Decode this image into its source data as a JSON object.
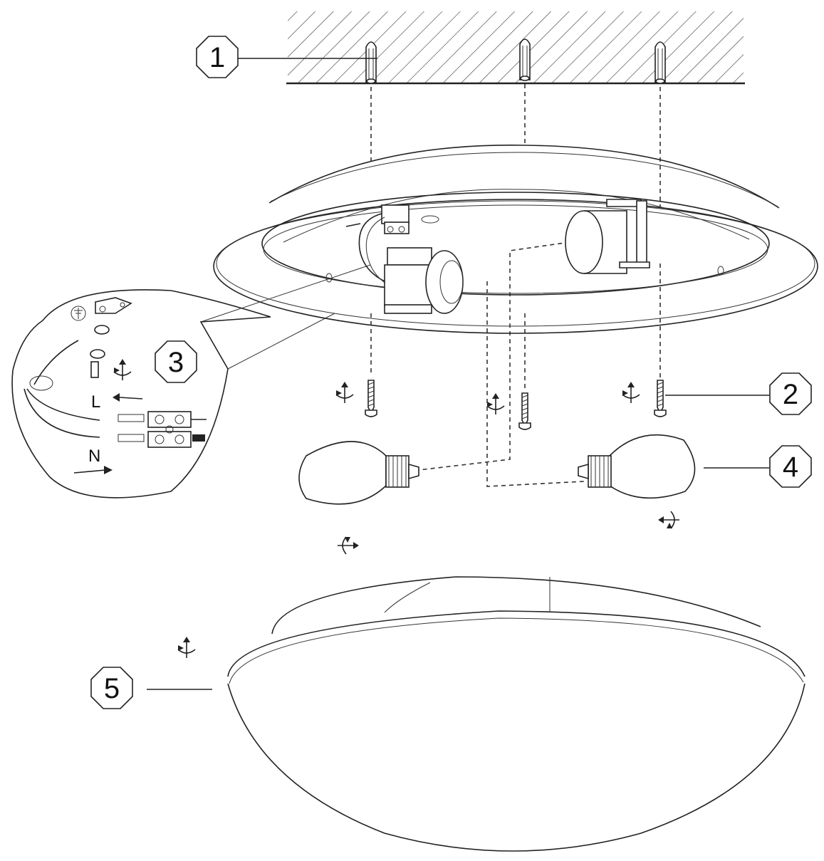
{
  "diagram": {
    "callouts": [
      {
        "number": "1",
        "part": "ceiling-plugs"
      },
      {
        "number": "2",
        "part": "fixing-screws"
      },
      {
        "number": "3",
        "part": "wiring-detail"
      },
      {
        "number": "4",
        "part": "light-bulbs"
      },
      {
        "number": "5",
        "part": "glass-shade"
      }
    ],
    "wiring": {
      "live_label": "L",
      "neutral_label": "N"
    },
    "icons": [
      "hatched-ceiling",
      "wall-plug-icon",
      "screw-icon",
      "bulb-icon",
      "rotate-arrow-icon",
      "earth-symbol-icon",
      "terminal-block-icon"
    ],
    "line_color": "#222222",
    "background": "#ffffff"
  }
}
